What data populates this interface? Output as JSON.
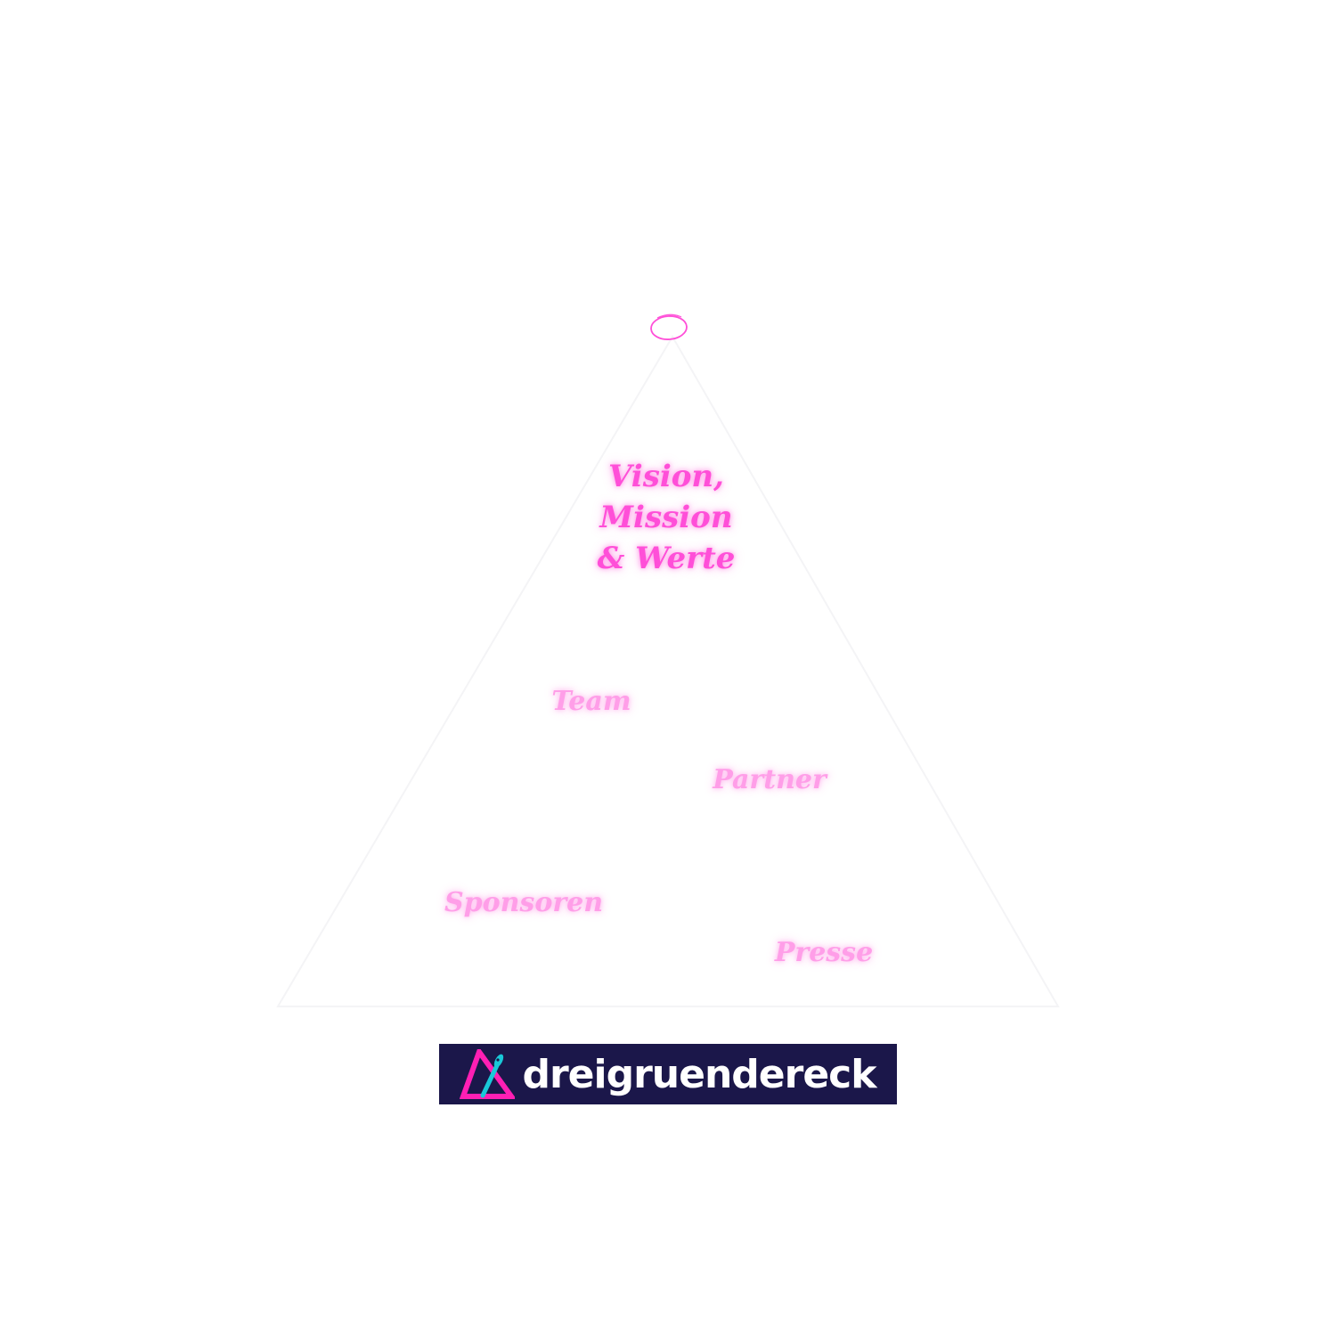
{
  "pyramid": {
    "top_lines": [
      "Vision,",
      "Mission",
      "& Werte"
    ],
    "labels": {
      "team": "Team",
      "partner": "Partner",
      "sponsoren": "Sponsoren",
      "presse": "Presse"
    }
  },
  "brand": {
    "name": "dreigruendereck",
    "bar_color": "#1b174a",
    "accent_magenta": "#ff1fb4",
    "accent_cyan": "#19c8d8"
  },
  "colors": {
    "handwriting_strong": "#ff4fd8",
    "handwriting_faint": "#ff9ee8"
  }
}
